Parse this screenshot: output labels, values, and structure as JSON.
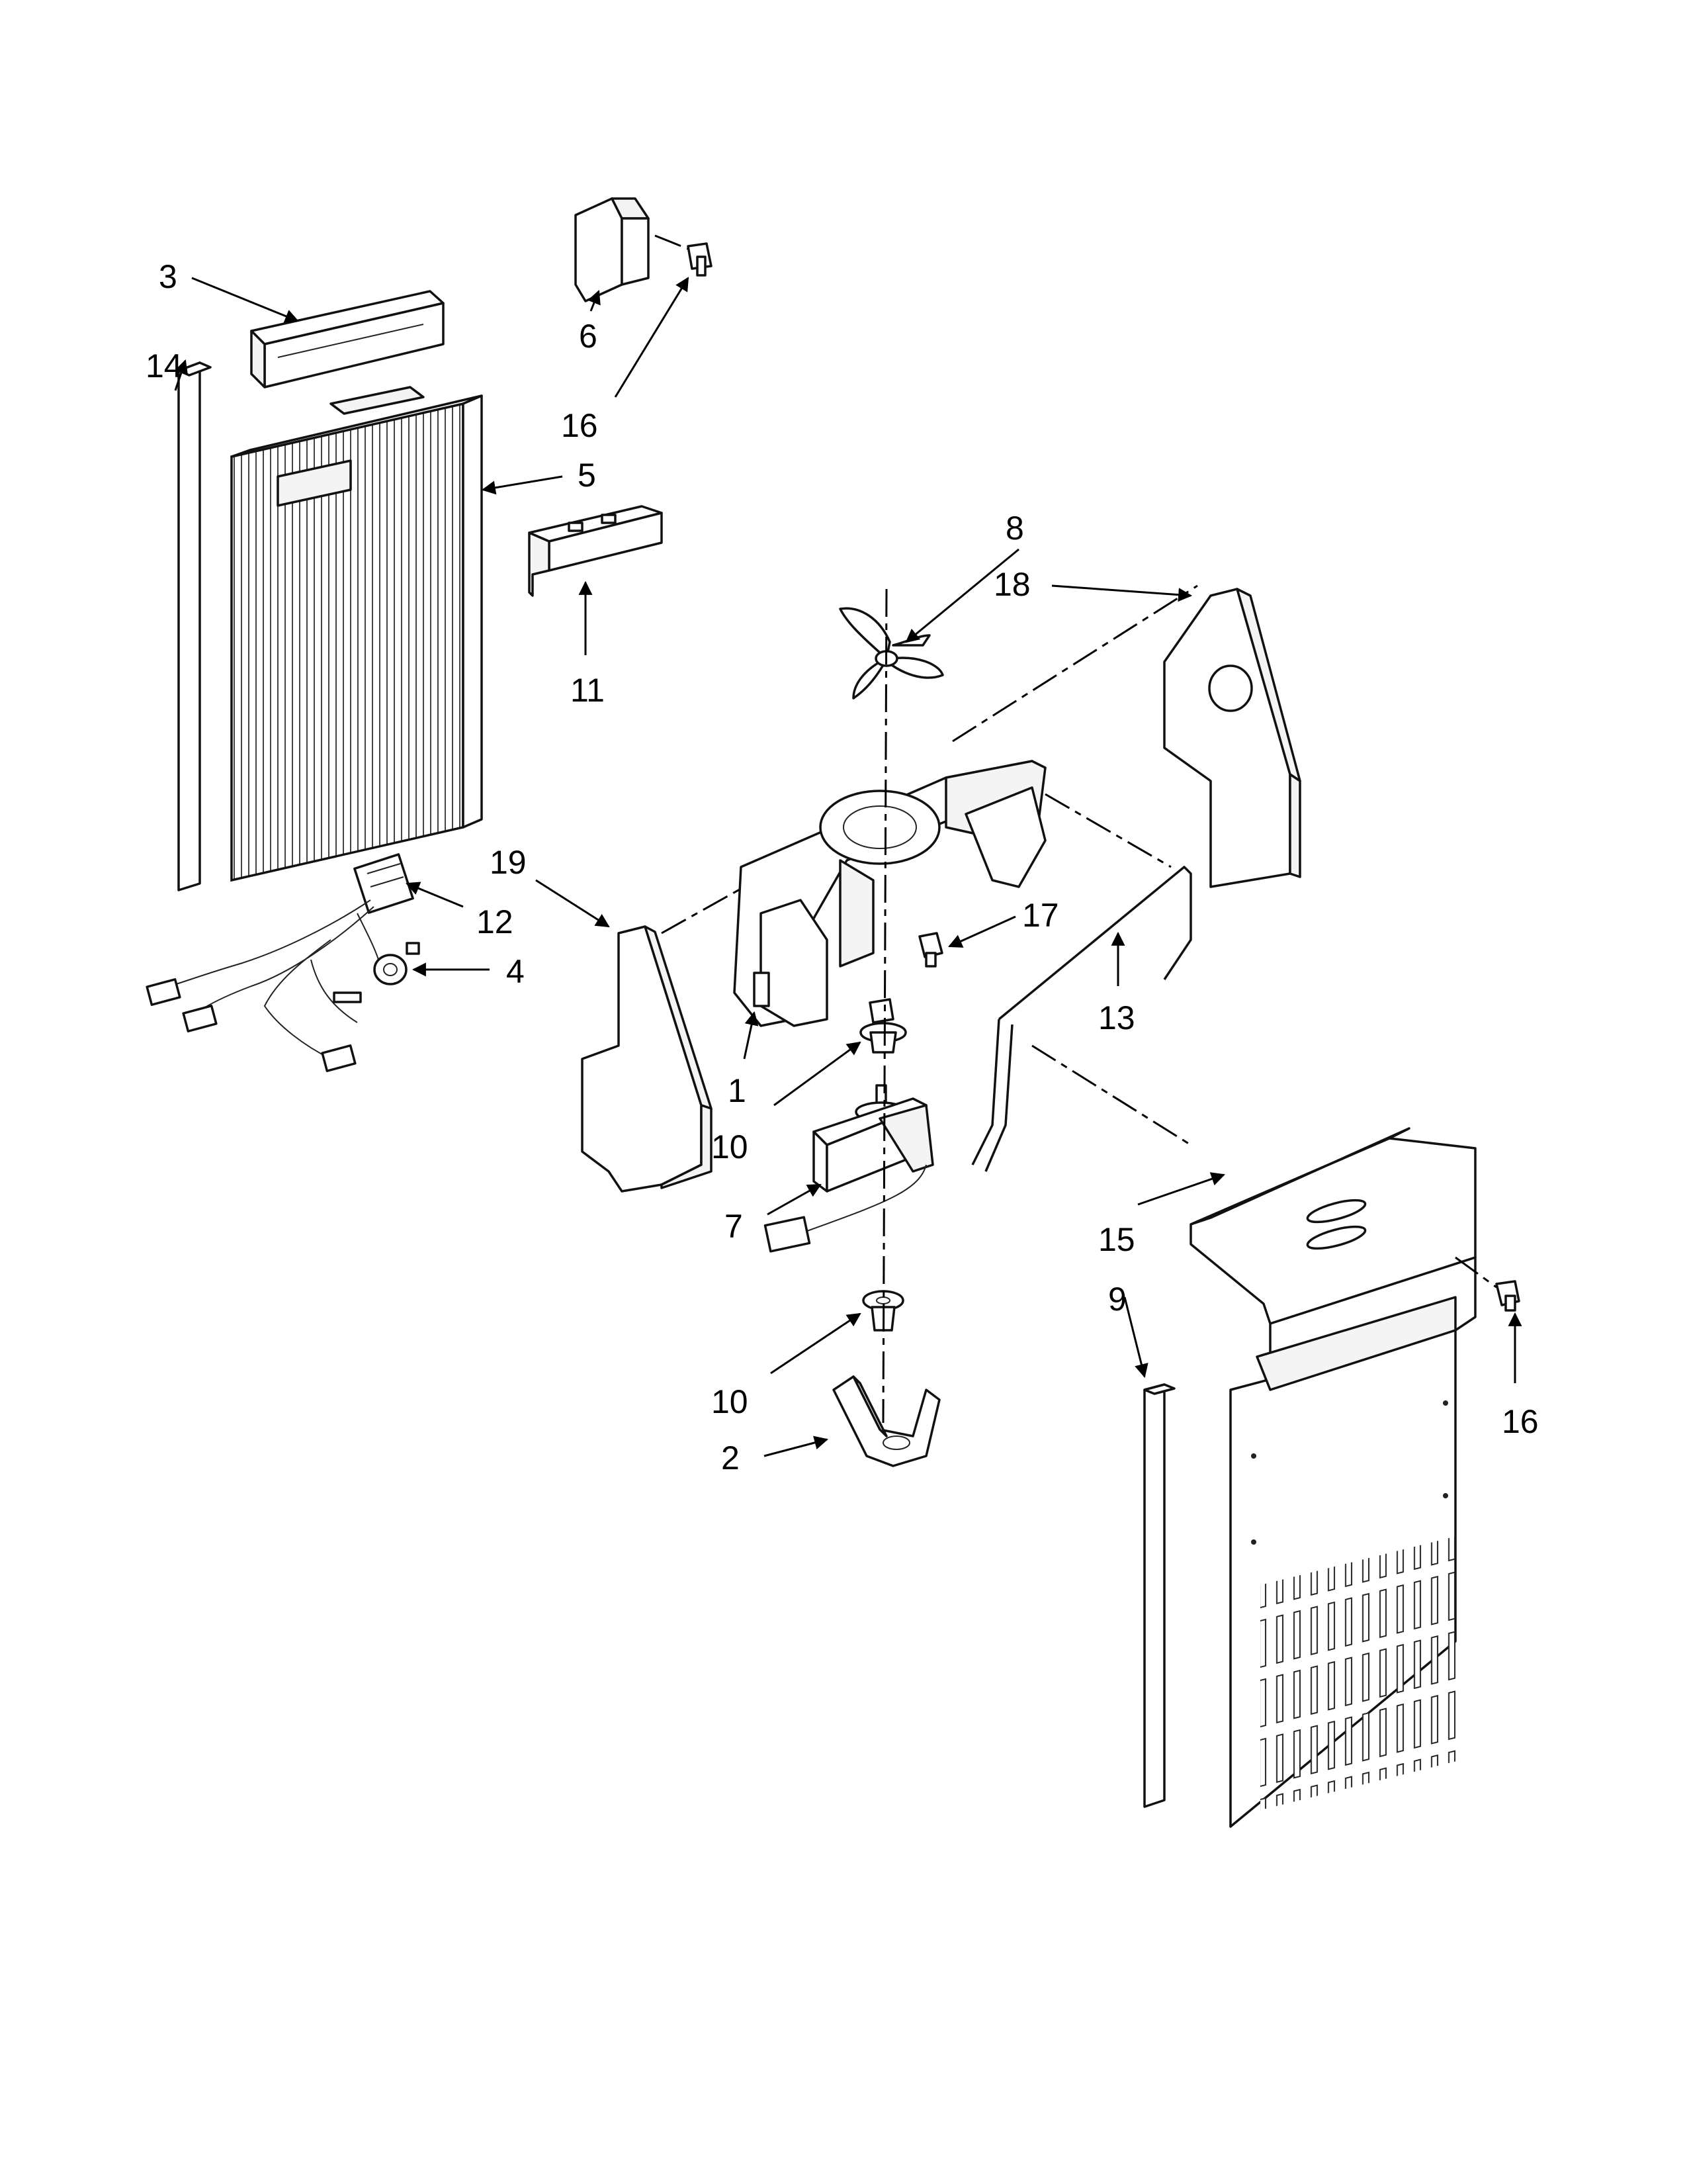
{
  "callouts": [
    {
      "id": "c1",
      "text": "1"
    },
    {
      "id": "c2",
      "text": "2"
    },
    {
      "id": "c3",
      "text": "3"
    },
    {
      "id": "c4",
      "text": "4"
    },
    {
      "id": "c5",
      "text": "5"
    },
    {
      "id": "c6",
      "text": "6"
    },
    {
      "id": "c7",
      "text": "7"
    },
    {
      "id": "c8",
      "text": "8"
    },
    {
      "id": "c9",
      "text": "9"
    },
    {
      "id": "c10a",
      "text": "10"
    },
    {
      "id": "c10b",
      "text": "10"
    },
    {
      "id": "c11",
      "text": "11"
    },
    {
      "id": "c12",
      "text": "12"
    },
    {
      "id": "c13",
      "text": "13"
    },
    {
      "id": "c14",
      "text": "14"
    },
    {
      "id": "c15",
      "text": "15"
    },
    {
      "id": "c16a",
      "text": "16"
    },
    {
      "id": "c16b",
      "text": "16"
    },
    {
      "id": "c17",
      "text": "17"
    },
    {
      "id": "c18",
      "text": "18"
    },
    {
      "id": "c19",
      "text": "19"
    }
  ]
}
